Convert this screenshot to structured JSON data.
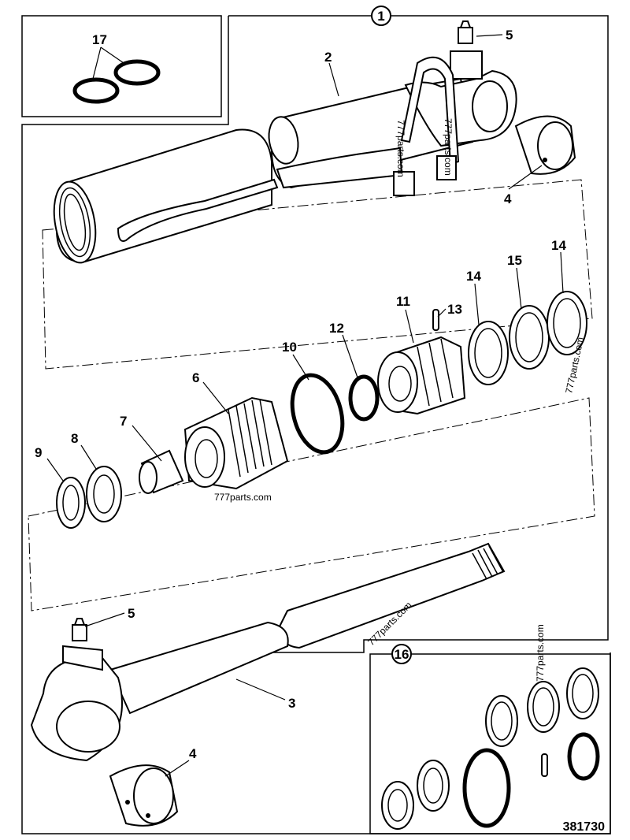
{
  "callouts": [
    {
      "id": "1",
      "label": "1"
    },
    {
      "id": "2",
      "label": "2"
    },
    {
      "id": "3",
      "label": "3"
    },
    {
      "id": "4a",
      "label": "4"
    },
    {
      "id": "4b",
      "label": "4"
    },
    {
      "id": "5a",
      "label": "5"
    },
    {
      "id": "5b",
      "label": "5"
    },
    {
      "id": "6",
      "label": "6"
    },
    {
      "id": "7",
      "label": "7"
    },
    {
      "id": "8",
      "label": "8"
    },
    {
      "id": "9",
      "label": "9"
    },
    {
      "id": "10",
      "label": "10"
    },
    {
      "id": "11",
      "label": "11"
    },
    {
      "id": "12",
      "label": "12"
    },
    {
      "id": "13",
      "label": "13"
    },
    {
      "id": "14a",
      "label": "14"
    },
    {
      "id": "14b",
      "label": "14"
    },
    {
      "id": "15",
      "label": "15"
    },
    {
      "id": "16",
      "label": "16"
    },
    {
      "id": "17",
      "label": "17"
    }
  ],
  "watermarks": [
    "777parts.com",
    "777parts.com",
    "777parts.com",
    "777parts.com",
    "777parts.com",
    "777parts.com"
  ],
  "figure_ref": "381730"
}
